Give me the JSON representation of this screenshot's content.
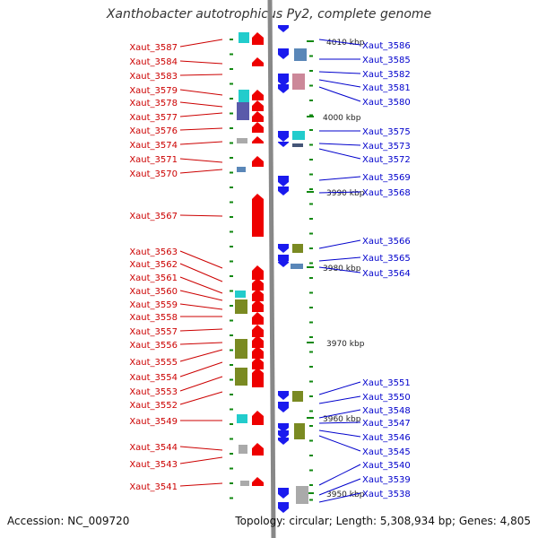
{
  "title": "Xanthobacter autotrophicus Py2, complete genome",
  "footer": {
    "accession": "Accession: NC_009720",
    "summary": "Topology: circular; Length: 5,308,934 bp; Genes: 4,805"
  },
  "colors": {
    "left_label": "#cc0000",
    "right_label": "#0000cc",
    "forward_gene": "#ee0000",
    "reverse_gene": "#1a1aee",
    "backbone": "#888888",
    "tick": "#118811",
    "cyan_block": "#22cccc",
    "olive_block": "#7a8a22",
    "blue_block": "#5a87b8",
    "gray_block": "#aaaaaa"
  },
  "scale_labels": [
    {
      "text": "4010 kbp",
      "kbp": 4010
    },
    {
      "text": "4000 kbp",
      "kbp": 4000
    },
    {
      "text": "3990 kbp",
      "kbp": 3990
    },
    {
      "text": "3980 kbp",
      "kbp": 3980
    },
    {
      "text": "3970 kbp",
      "kbp": 3970
    },
    {
      "text": "3960 kbp",
      "kbp": 3960
    },
    {
      "text": "3950 kbp",
      "kbp": 3950
    }
  ],
  "left_labels": [
    "Xaut_3587",
    "Xaut_3584",
    "Xaut_3583",
    "Xaut_3579",
    "Xaut_3578",
    "Xaut_3577",
    "Xaut_3576",
    "Xaut_3574",
    "Xaut_3571",
    "Xaut_3570",
    "Xaut_3567",
    "Xaut_3563",
    "Xaut_3562",
    "Xaut_3561",
    "Xaut_3560",
    "Xaut_3559",
    "Xaut_3558",
    "Xaut_3557",
    "Xaut_3556",
    "Xaut_3555",
    "Xaut_3554",
    "Xaut_3553",
    "Xaut_3552",
    "Xaut_3549",
    "Xaut_3544",
    "Xaut_3543",
    "Xaut_3541"
  ],
  "right_labels": [
    "Xaut_3586",
    "Xaut_3585",
    "Xaut_3582",
    "Xaut_3581",
    "Xaut_3580",
    "Xaut_3575",
    "Xaut_3573",
    "Xaut_3572",
    "Xaut_3569",
    "Xaut_3568",
    "Xaut_3566",
    "Xaut_3565",
    "Xaut_3564",
    "Xaut_3551",
    "Xaut_3550",
    "Xaut_3548",
    "Xaut_3547",
    "Xaut_3546",
    "Xaut_3545",
    "Xaut_3540",
    "Xaut_3539",
    "Xaut_3538"
  ]
}
